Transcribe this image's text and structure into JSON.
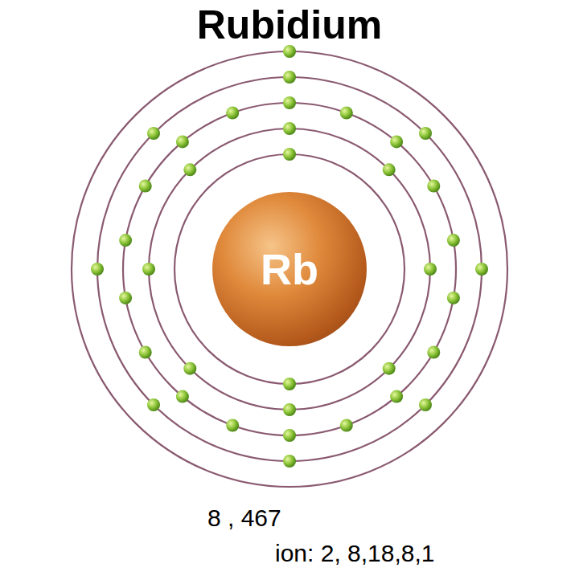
{
  "diagram": {
    "title": "Rubidium",
    "nodes": [
      {
        "text": [
          "Rb"
        ]
      }
    ],
    "labels": [
      "8 , 467",
      "ion: 2, 8,18,8,1"
    ]
  }
}
